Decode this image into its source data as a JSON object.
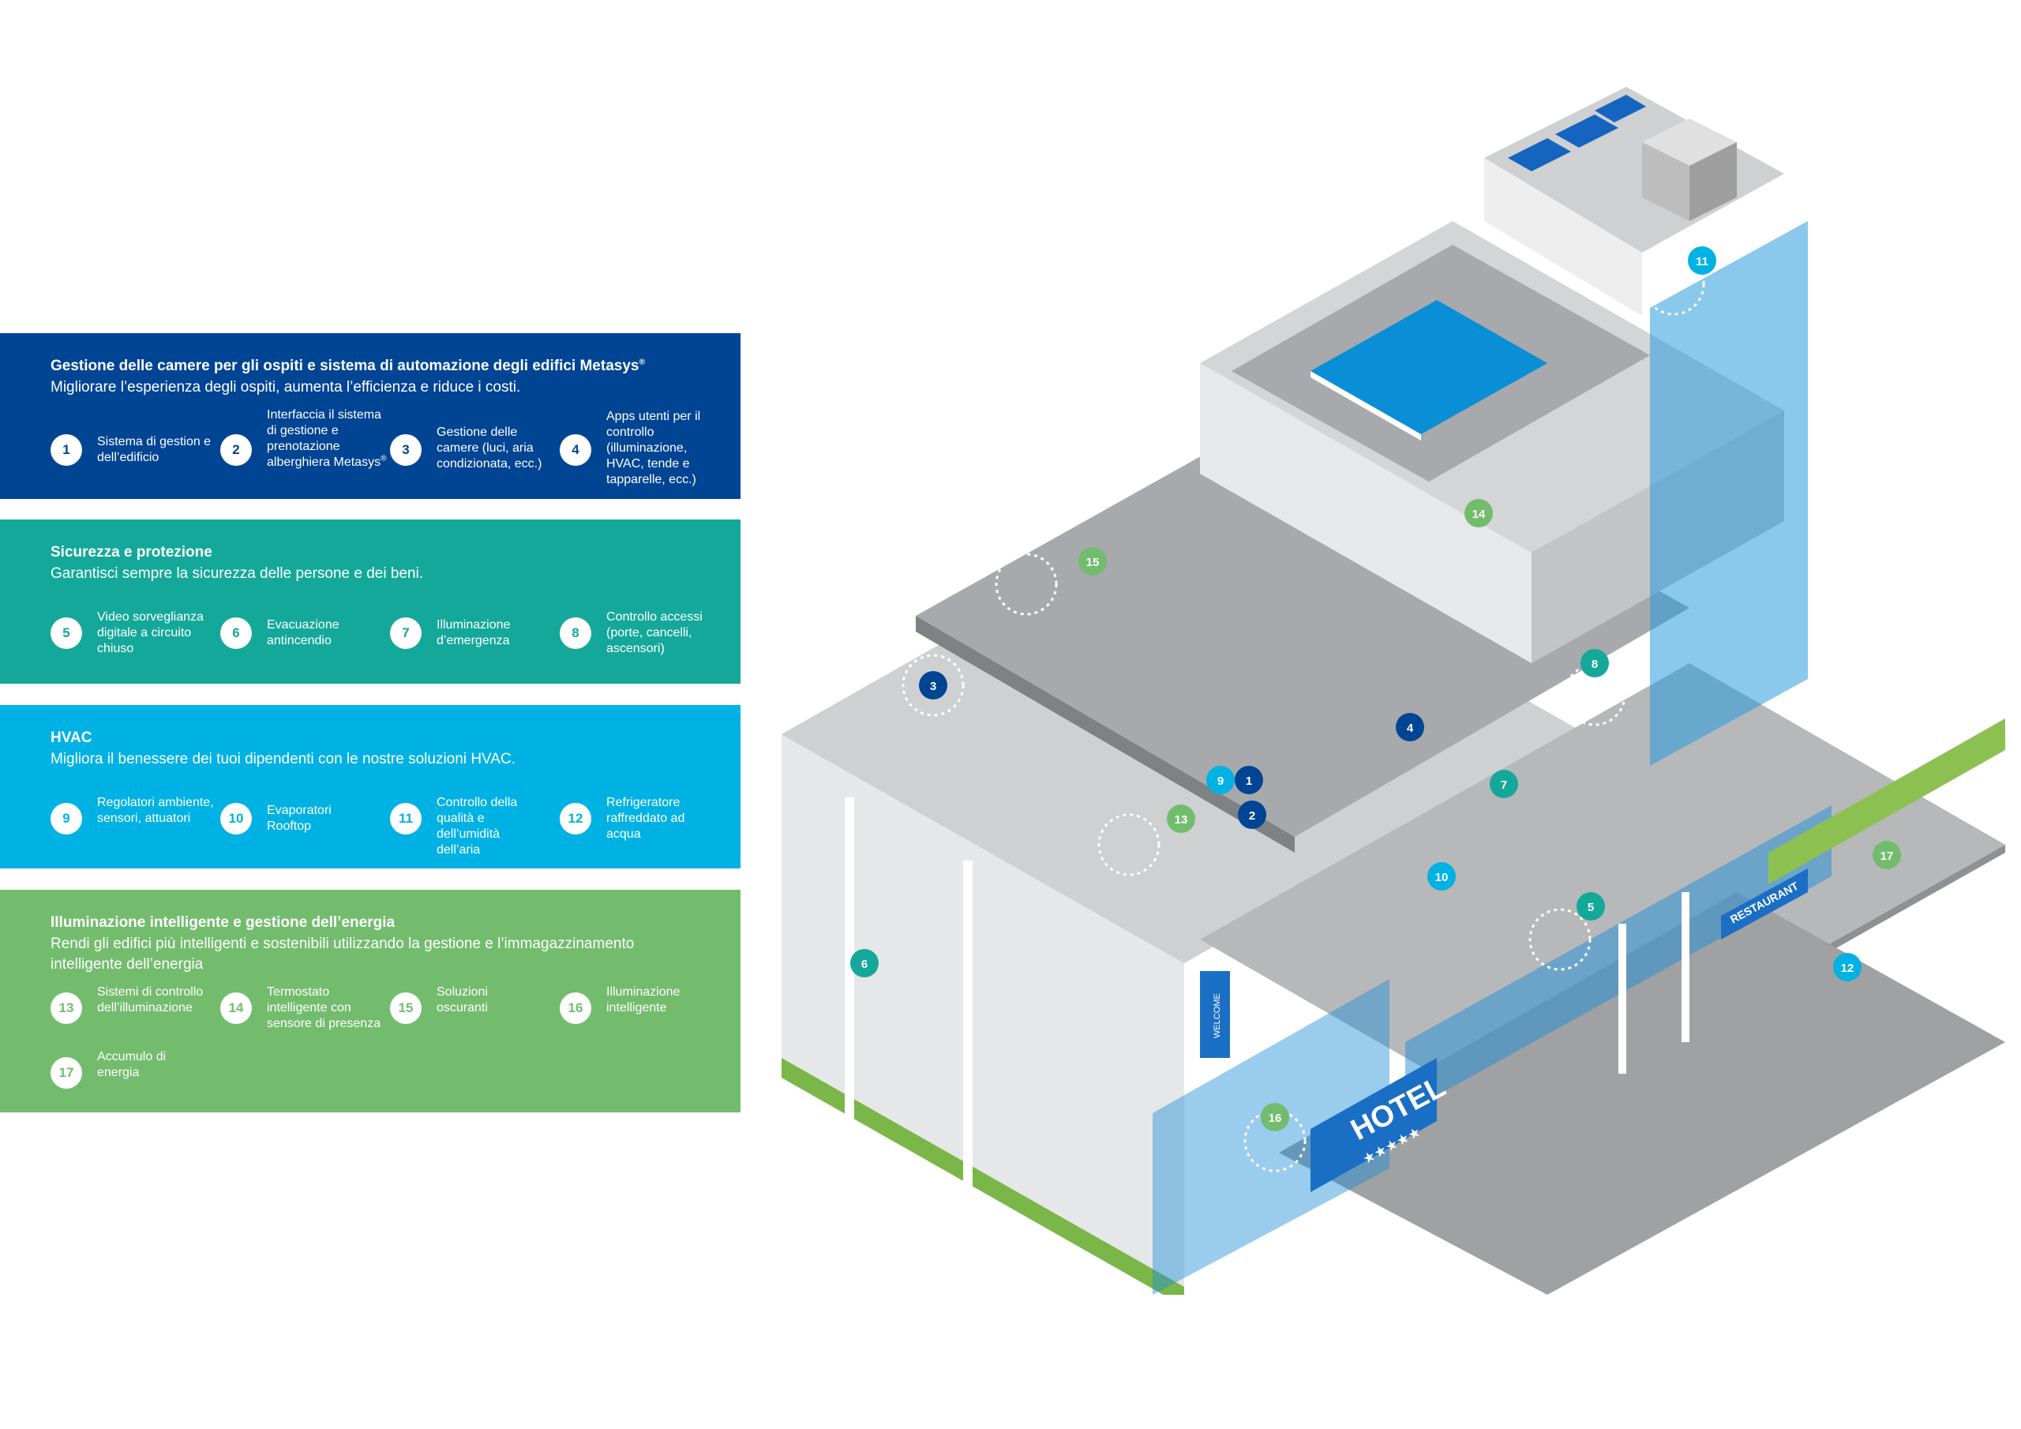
{
  "panels": [
    {
      "title": "Gestione delle camere per gli ospiti e sistema di automazione degli edifici Metasys",
      "title_sup": "®",
      "subtitle": "Migliorare l’esperienza degli ospiti, aumenta l’efficienza e riduce i costi.",
      "color": "#004494",
      "items": [
        {
          "num": "1",
          "label": "Sistema di gestion e dell’edificio"
        },
        {
          "num": "2",
          "label": "Interfaccia il sistema di gestione e prenotazione alberghiera Metasys",
          "sup": "®"
        },
        {
          "num": "3",
          "label": "Gestione delle camere (luci, aria condizionata, ecc.)"
        },
        {
          "num": "4",
          "label": "Apps utenti per il controllo (illuminazione, HVAC, tende e tapparelle, ecc.)"
        }
      ]
    },
    {
      "title": "Sicurezza e protezione",
      "subtitle": "Garantisci sempre la sicurezza delle persone e dei beni.",
      "color": "#14a89a",
      "items": [
        {
          "num": "5",
          "label": "Video sorveglianza digitale a circuito chiuso"
        },
        {
          "num": "6",
          "label": "Evacuazione antincendio"
        },
        {
          "num": "7",
          "label": "Illuminazione d’emergenza"
        },
        {
          "num": "8",
          "label": "Controllo accessi (porte, cancelli, ascensori)"
        }
      ]
    },
    {
      "title": "HVAC",
      "subtitle": "Migliora il benessere dei tuoi dipendenti con le nostre soluzioni HVAC.",
      "color": "#00b2e3",
      "items": [
        {
          "num": "9",
          "label": "Regolatori ambiente, sensori, attuatori"
        },
        {
          "num": "10",
          "label": "Evaporatori Rooftop"
        },
        {
          "num": "11",
          "label": "Controllo della qualità e dell’umidità dell’aria"
        },
        {
          "num": "12",
          "label": "Refrigeratore raffreddato ad acqua"
        }
      ]
    },
    {
      "title": "Illuminazione intelligente e gestione dell’energia",
      "subtitle": "Rendi gli edifici più intelligenti e sostenibili utilizzando la gestione e l’immagazzinamento intelligente dell’energia",
      "color": "#73bc6e",
      "items": [
        {
          "num": "13",
          "label": "Sistemi di controllo dell’illuminazione"
        },
        {
          "num": "14",
          "label": "Termostato intelligente con sensore di presenza"
        },
        {
          "num": "15",
          "label": "Soluzioni oscuranti"
        },
        {
          "num": "16",
          "label": "Illuminazione intelligente"
        },
        {
          "num": "17",
          "label": "Accumulo di energia"
        }
      ]
    }
  ],
  "scene": {
    "hotel_sign": "HOTEL",
    "hotel_stars": "★★★★★",
    "restaurant_sign": "RESTAURANT",
    "welcome_sign": "WELCOME",
    "markers": [
      "1",
      "2",
      "3",
      "4",
      "5",
      "6",
      "7",
      "8",
      "9",
      "10",
      "11",
      "12",
      "13",
      "14",
      "15",
      "16",
      "17"
    ]
  }
}
